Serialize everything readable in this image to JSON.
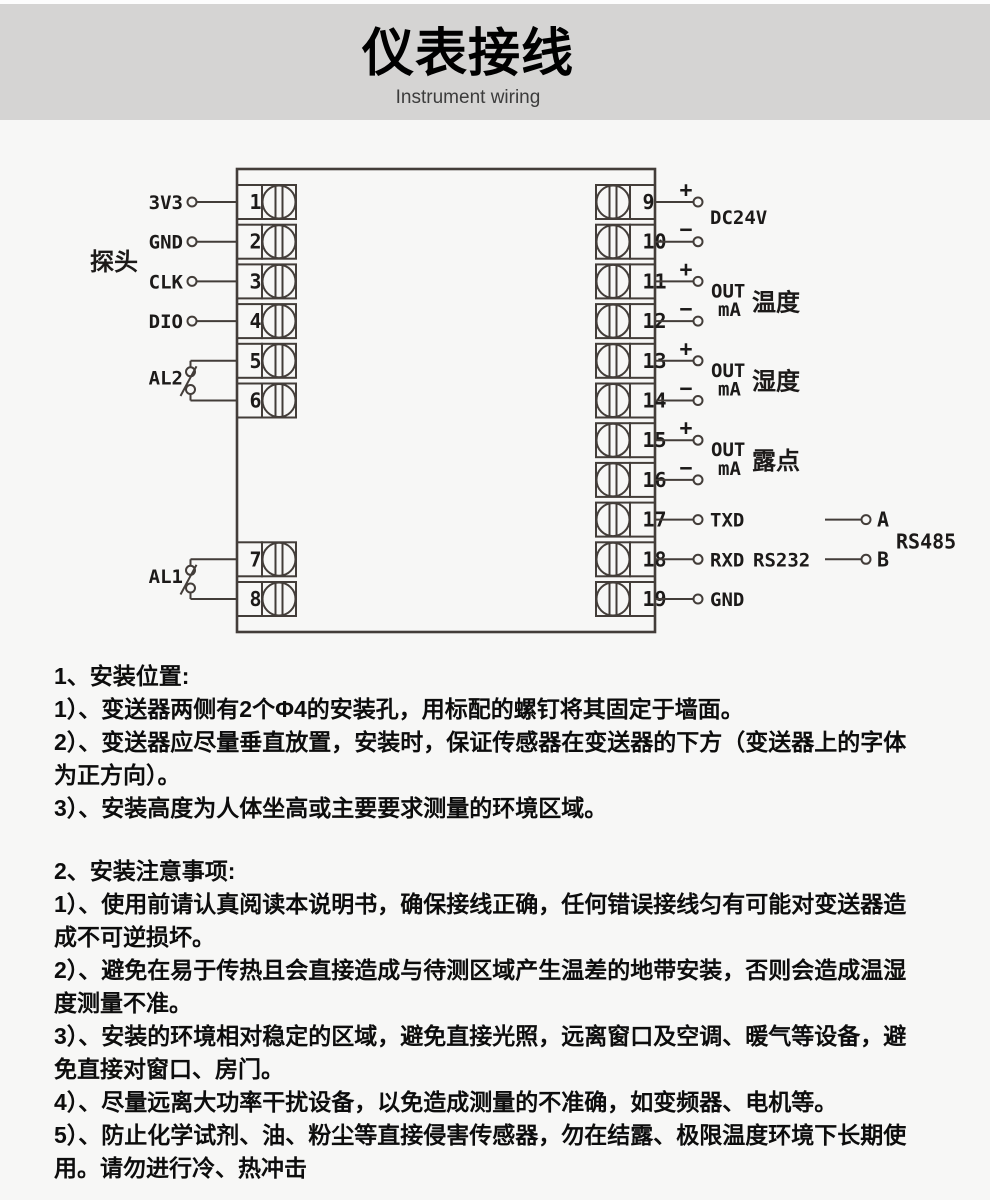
{
  "header": {
    "title": "仪表接线",
    "subtitle": "Instrument wiring"
  },
  "diagram": {
    "probe_label": "探头",
    "left_terminals": [
      {
        "terminal": "1",
        "label": "3V3"
      },
      {
        "terminal": "2",
        "label": "GND"
      },
      {
        "terminal": "3",
        "label": "CLK"
      },
      {
        "terminal": "4",
        "label": "DIO"
      },
      {
        "terminal": "5"
      },
      {
        "terminal": "6"
      },
      {
        "terminal": "7"
      },
      {
        "terminal": "8"
      }
    ],
    "switches": [
      {
        "label": "AL2",
        "terminals": [
          "5",
          "6"
        ]
      },
      {
        "label": "AL1",
        "terminals": [
          "7",
          "8"
        ]
      }
    ],
    "right_terminals": [
      {
        "terminal": "9",
        "sign": "+"
      },
      {
        "terminal": "10",
        "sign": "−"
      },
      {
        "terminal": "11",
        "sign": "+"
      },
      {
        "terminal": "12",
        "sign": "−"
      },
      {
        "terminal": "13",
        "sign": "+"
      },
      {
        "terminal": "14",
        "sign": "−"
      },
      {
        "terminal": "15",
        "sign": "+"
      },
      {
        "terminal": "16",
        "sign": "−"
      },
      {
        "terminal": "17",
        "label": "TXD"
      },
      {
        "terminal": "18",
        "label": "RXD",
        "bus": "RS232"
      },
      {
        "terminal": "19",
        "label": "GND"
      }
    ],
    "annotations": [
      {
        "text": "DC24V",
        "between": [
          "9",
          "10"
        ]
      },
      {
        "out": "OUT",
        "ma": "mA",
        "cn": "温度",
        "between": [
          "11",
          "12"
        ]
      },
      {
        "out": "OUT",
        "ma": "mA",
        "cn": "湿度",
        "between": [
          "13",
          "14"
        ]
      },
      {
        "out": "OUT",
        "ma": "mA",
        "cn": "露点",
        "between": [
          "15",
          "16"
        ]
      }
    ],
    "rs485": {
      "a": "A",
      "b": "B",
      "label": "RS485"
    }
  },
  "instructions": {
    "section1_lines": [
      "1、安装位置:",
      "1）、变送器两侧有2个Φ4的安装孔，用标配的螺钉将其固定于墙面。",
      "2）、变送器应尽量垂直放置，安装时，保证传感器在变送器的下方（变送器上的字体",
      "为正方向）。",
      "3）、安装高度为人体坐高或主要要求测量的环境区域。"
    ],
    "section2_lines": [
      "2、安装注意事项:",
      "1）、使用前请认真阅读本说明书，确保接线正确，任何错误接线匀有可能对变送器造",
      "成不可逆损坏。",
      "2）、避免在易于传热且会直接造成与待测区域产生温差的地带安装，否则会造成温湿",
      "度测量不准。",
      "3）、安装的环境相对稳定的区域，避免直接光照，远离窗口及空调、暖气等设备，避",
      "免直接对窗口、房门。",
      "4）、尽量远离大功率干扰设备，以免造成测量的不准确，如变频器、电机等。",
      "5）、防止化学试剂、油、粉尘等直接侵害传感器，勿在结露、极限温度环境下长期使",
      "用。请勿进行冷、热冲击"
    ]
  },
  "colors": {
    "band": "#d5d4d3",
    "page_bg": "#f7f7f6",
    "line": "#433d39",
    "text": "#1c1a19"
  }
}
